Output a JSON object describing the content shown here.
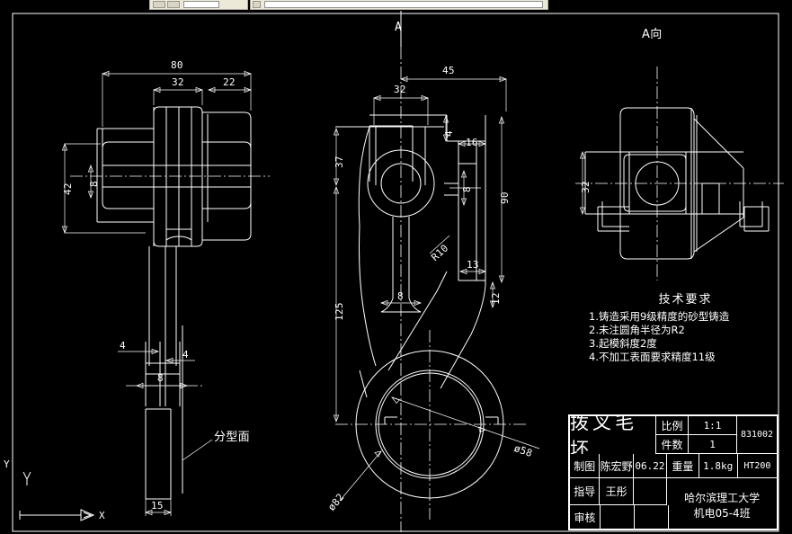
{
  "app": {
    "background_color": "#000000",
    "line_color": "#ffffff"
  },
  "toolbar": {
    "visible": true,
    "note": "partial windows toolbar strip cut off at top of screen"
  },
  "drawing": {
    "title": "拨叉毛坯",
    "view_markers": {
      "section_letter_top": "A",
      "aux_view_label": "A向"
    },
    "labels": {
      "parting_surface": "分型面"
    },
    "left_view_dims": {
      "overall_width": "80",
      "hub_width": "32",
      "right_step": "22",
      "height": "42",
      "slot_height": "8",
      "fork_left": "4",
      "fork_right": "4",
      "fork_slot": "8",
      "base_thickness": "15"
    },
    "front_view_dims": {
      "top_right": "45",
      "boss_width": "32",
      "top_height": "37",
      "overall_height": "125",
      "rib_thickness": "8",
      "step_4": "4",
      "step_16": "16",
      "right_height": "90",
      "lower_13": "13",
      "lower_12": "12",
      "fillet_radius": "R10",
      "bore_small": "ø58",
      "bore_large": "ø82"
    },
    "aux_view_dims": {
      "height": "32"
    },
    "ucs": {
      "x_label": "X",
      "y_label": "Y"
    }
  },
  "tech_requirements": {
    "heading": "技术要求",
    "items": [
      "1.铸造采用9级精度的砂型铸造",
      "2.未注圆角半径为R2",
      "3.起模斜度2度",
      "4.不加工表面要求精度11级"
    ]
  },
  "title_block": {
    "part_name": "拨叉毛坯",
    "scale_label": "比例",
    "scale_value": "1:1",
    "qty_label": "件数",
    "qty_value": "1",
    "drawing_number": "831002",
    "drawn_label": "制图",
    "drawn_by": "陈宏野",
    "drawn_date": "06.22",
    "weight_label": "重量",
    "weight_value": "1.8kg",
    "material": "HT200",
    "advisor_label": "指导",
    "advisor_name": "王彤",
    "advisor_date": "",
    "check_label": "审核",
    "check_name": "",
    "check_date": "",
    "school_line1": "哈尔滨理工大学",
    "school_line2": "机电05-4班"
  }
}
